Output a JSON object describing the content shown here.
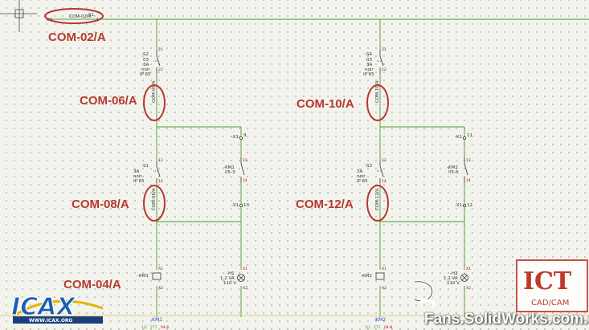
{
  "callouts": {
    "com_02": "COM-02/A",
    "com_06": "COM-06/A",
    "com_10": "COM-10/A",
    "com_08": "COM-08/A",
    "com_12": "COM-12/A",
    "com_04": "COM-04/A"
  },
  "source": {
    "pin": "04",
    "cable": "COM-02/A",
    "tag": "-X1",
    "pin2": "1"
  },
  "col1": {
    "s2": [
      "-S2",
      "03",
      "3A",
      "noir",
      "IP 65"
    ],
    "s2_pins": [
      "21",
      "22"
    ],
    "cable_top": "COM-06/A",
    "s1": [
      "-S1",
      "3A",
      "noir",
      "IP 65"
    ],
    "s1_pins": [
      "13",
      "14"
    ],
    "cable_mid": "COM-08/A",
    "km_coil": "-KM1",
    "coil_pins": [
      "A1",
      "A2"
    ],
    "x1_top": "-X1",
    "x1_top_num": "9",
    "km_contact": [
      "-KM1",
      "05-3"
    ],
    "contact_pins": [
      "13",
      "14"
    ],
    "x1_bot": "-X1",
    "x1_bot_num": "10",
    "lamp": [
      "-H1",
      "1,2 VA",
      "110 V"
    ],
    "lamp_pins": [
      "X1",
      "X2"
    ],
    "ref_label": "-KM1",
    "ref_codes": [
      "1|1",
      "2T1",
      "04-6"
    ]
  },
  "col2": {
    "s2": [
      "-S4",
      "03",
      "3A",
      "noir",
      "IP 65"
    ],
    "s2_pins": [
      "21",
      "22"
    ],
    "cable_top": "COM-10/A",
    "s1": [
      "-S3",
      "3A",
      "noir",
      "IP 65"
    ],
    "s1_pins": [
      "13",
      "14"
    ],
    "cable_mid": "COM-12/A",
    "km_coil": "-KM2",
    "coil_pins": [
      "A1",
      "A2"
    ],
    "x1_top": "-X1",
    "x1_top_num": "11",
    "km_contact": [
      "-KM2",
      "05-6"
    ],
    "contact_pins": [
      "13",
      "14"
    ],
    "x1_bot": "-X1",
    "x1_bot_num": "12",
    "lamp": [
      "-H2",
      "1,2 VA",
      "110 V"
    ],
    "lamp_pins": [
      "X1",
      "X2"
    ],
    "ref_label": "-KM2",
    "ref_codes": [
      "1|1",
      "2T1",
      "04-8"
    ]
  },
  "logos": {
    "icax": "ICAX",
    "icax_url": "WWW.ICAX.ORG",
    "ict": "ICT",
    "ict_sub": "CAD/CAM",
    "watermark": "Fans.SolidWorks.com.cn"
  },
  "colors": {
    "wire": "#4c9a2c",
    "highlight": "#b7382d",
    "pin": "#c00000",
    "ref_blue": "#2a4fd0"
  }
}
